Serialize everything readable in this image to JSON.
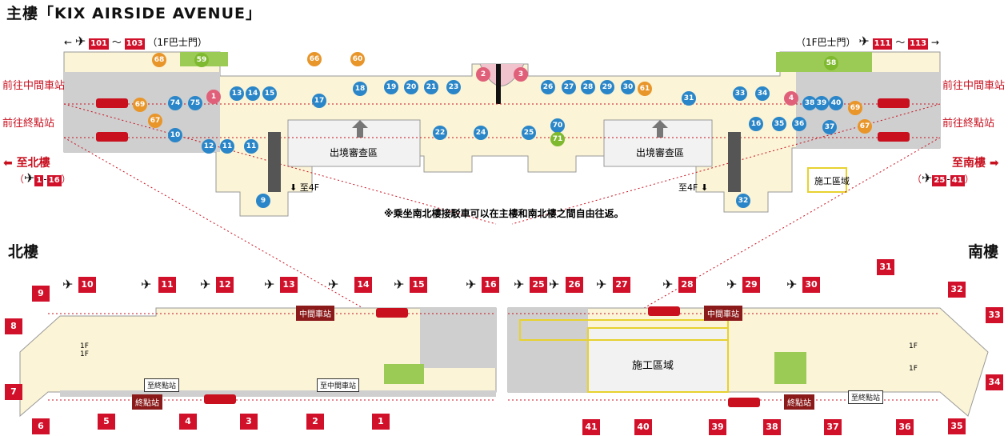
{
  "title": "主樓「KIX AIRSIDE AVENUE」",
  "main": {
    "left_gates": {
      "arrow": "←",
      "from": "101",
      "tilde": "〜",
      "to": "103",
      "bus": "（1F巴士門）"
    },
    "right_gates": {
      "bus": "（1F巴士門）",
      "from": "111",
      "tilde": "〜",
      "to": "113",
      "arrow": "→"
    },
    "to_middle_left": "前往中間車站",
    "to_terminal_left": "前往終點站",
    "to_middle_right": "前往中間車站",
    "to_terminal_right": "前往終點站",
    "to_north": "至北樓",
    "north_range": {
      "open": "（",
      "from": "1",
      "dash": "-",
      "to": "16",
      "close": "）"
    },
    "to_south": "至南樓",
    "south_range": {
      "open": "（",
      "from": "25",
      "dash": "-",
      "to": "41",
      "close": "）"
    },
    "immigration_left": "出境審查區",
    "immigration_right": "出境審查區",
    "to_4f_left": "至4F",
    "to_4f_right": "至4F",
    "construction": "施工區域",
    "note": "※乘坐南北樓接駁車可以在主樓和南北樓之間自由往返。",
    "shops_blue": [
      "2",
      "3",
      "74",
      "75",
      "17",
      "18",
      "19",
      "20",
      "21",
      "23",
      "26",
      "27",
      "28",
      "29",
      "30",
      "31",
      "33",
      "34",
      "38",
      "39",
      "40",
      "13",
      "14",
      "15",
      "10",
      "12",
      "11",
      "11",
      "16",
      "35",
      "36",
      "37",
      "9",
      "32",
      "22",
      "24",
      "25",
      "70"
    ],
    "shops_green": [
      "59",
      "58",
      "71"
    ],
    "shops_orange": [
      "68",
      "66",
      "60",
      "61",
      "69",
      "67",
      "69",
      "67"
    ],
    "shops_pink": [
      "1",
      "4"
    ]
  },
  "north": {
    "label": "北樓",
    "top_gates": [
      "10",
      "11",
      "12",
      "13",
      "14",
      "15",
      "16"
    ],
    "bottom_gates": [
      "5",
      "4",
      "3",
      "2",
      "1"
    ],
    "left_gates": [
      "9",
      "8",
      "7",
      "6"
    ],
    "middle_station": "中間車站",
    "terminal_station": "終點站",
    "to_terminal": "至終點站",
    "to_middle": "至中間車站",
    "floor_up": "1F",
    "floor_down": "1F"
  },
  "south": {
    "label": "南樓",
    "top_gates": [
      "25",
      "26",
      "27",
      "28",
      "29",
      "30"
    ],
    "bottom_gates": [
      "41",
      "40",
      "39",
      "38",
      "37",
      "36"
    ],
    "right_gates": [
      "31",
      "32",
      "33",
      "34",
      "35"
    ],
    "middle_station": "中間車站",
    "terminal_station": "終點站",
    "to_terminal": "至終點站",
    "construction": "施工區域",
    "floor_up": "1F",
    "floor_down": "1F"
  }
}
